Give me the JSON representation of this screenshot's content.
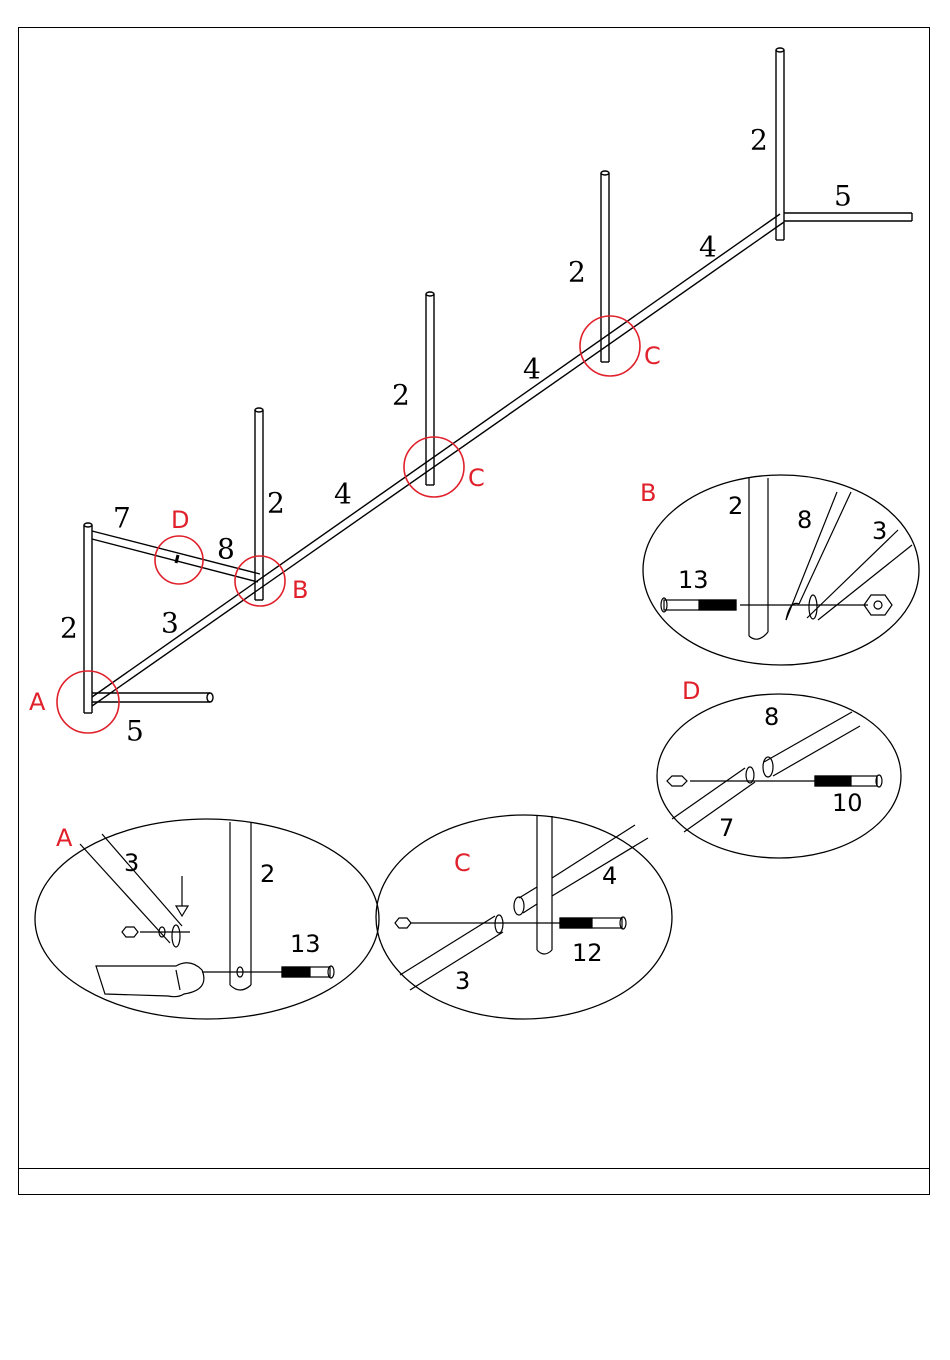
{
  "colors": {
    "callout": "#e0202a",
    "line": "#000000"
  },
  "main": {
    "parts": {
      "post_far": "2",
      "rail_far_right": "5",
      "rail_upper": "4",
      "post_upper": "2",
      "rail_mid_upper": "4",
      "post_mid": "2",
      "rail_mid": "4",
      "post_b": "2",
      "brace_7": "7",
      "brace_8": "8",
      "rail_3": "3",
      "post_a": "2",
      "rail_near_5": "5"
    },
    "callouts": {
      "c_upper": "C",
      "c_mid": "C",
      "b": "B",
      "d": "D",
      "a": "A"
    }
  },
  "details": {
    "b": {
      "title": "B",
      "post": "2",
      "brace": "8",
      "rail": "3",
      "bolt": "13"
    },
    "d": {
      "title": "D",
      "top": "8",
      "bolt": "10",
      "bottom": "7"
    },
    "a": {
      "title": "A",
      "rail": "3",
      "post": "2",
      "bolt": "13"
    },
    "c": {
      "title": "C",
      "rail_upper": "4",
      "bolt": "12",
      "rail_lower": "3"
    }
  }
}
